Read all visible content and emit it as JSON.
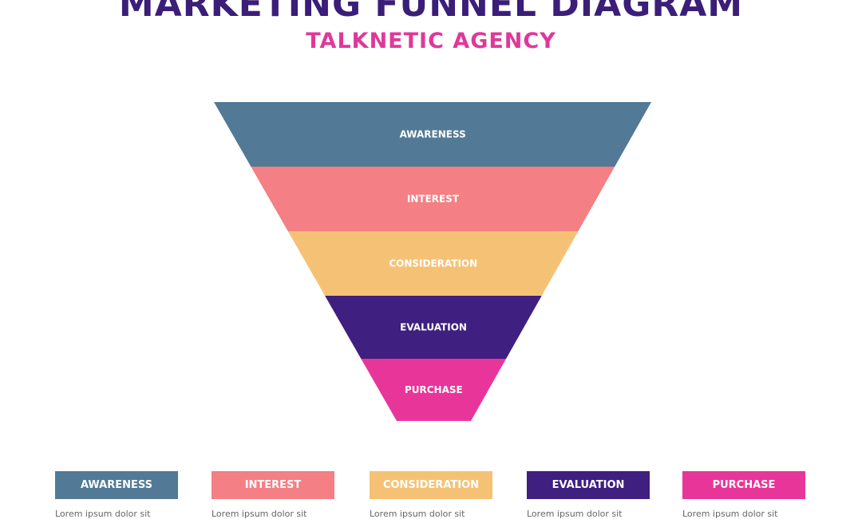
{
  "title": "MARKETING FUNNEL DIAGRAM",
  "subtitle": "TALKNETIC AGENCY",
  "colors": {
    "title": "#3a1e78",
    "subtitle": "#e0389a"
  },
  "stages": [
    {
      "label": "AWARENESS",
      "color": "#527a96",
      "text": "Lorem ipsum dolor sit"
    },
    {
      "label": "INTEREST",
      "color": "#f47f84",
      "text": "Lorem ipsum dolor sit"
    },
    {
      "label": "CONSIDERATION",
      "color": "#f5c275",
      "text": "Lorem ipsum dolor sit"
    },
    {
      "label": "EVALUATION",
      "color": "#3f1f7f",
      "text": "Lorem ipsum dolor sit"
    },
    {
      "label": "PURCHASE",
      "color": "#e8359a",
      "text": "Lorem ipsum dolor sit"
    }
  ]
}
